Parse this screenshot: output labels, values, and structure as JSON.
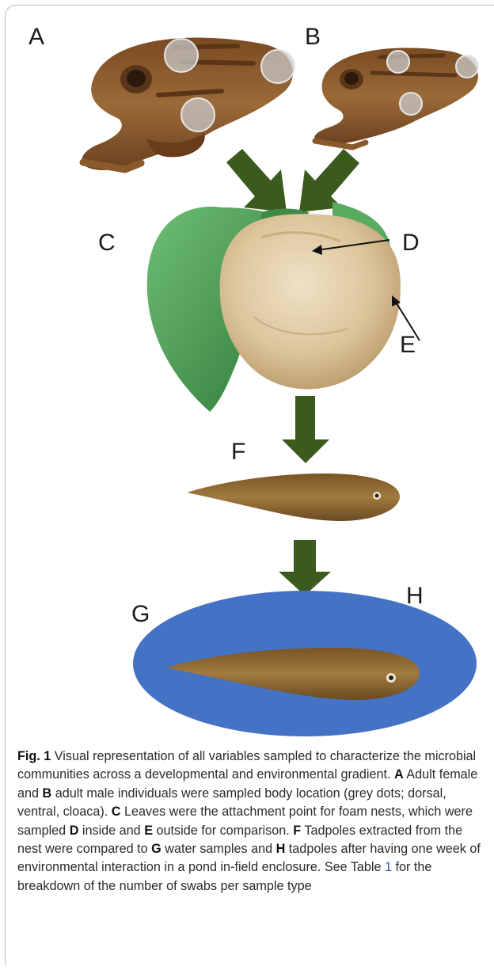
{
  "figure": {
    "panel_letters": {
      "A": "A",
      "B": "B",
      "C": "C",
      "D": "D",
      "E": "E",
      "F": "F",
      "G": "G",
      "H": "H"
    },
    "colors": {
      "arrow": "#3a5a1e",
      "pond": "#4472c4",
      "leaf": "#4f9a55",
      "foam": "#d9c39b",
      "frog": "#8a5a2b",
      "tadpole": "#8e6a36",
      "swab_dot": "#c8c8c8"
    }
  },
  "caption": {
    "label": "Fig. 1",
    "t1": " Visual representation of all variables sampled to characterize the microbial communities across a developmental and environmental gradient. ",
    "A": "A",
    "t2": " Adult female and ",
    "B": "B",
    "t3": " adult male individuals were sampled body location (grey dots; dorsal, ventral, cloaca). ",
    "C": "C",
    "t4": " Leaves were the attachment point for foam nests, which were sampled ",
    "D": "D",
    "t5": " inside and ",
    "E": "E",
    "t6": " outside for comparison. ",
    "F": "F",
    "t7": " Tadpoles extracted from the nest were compared to ",
    "G": "G",
    "t8": " water samples and ",
    "H": "H",
    "t9": " tadpoles after having one week of environmental interaction in a pond in-field enclosure. See Table ",
    "table_ref": "1",
    "t10": " for the breakdown of the number of swabs per sample type"
  }
}
